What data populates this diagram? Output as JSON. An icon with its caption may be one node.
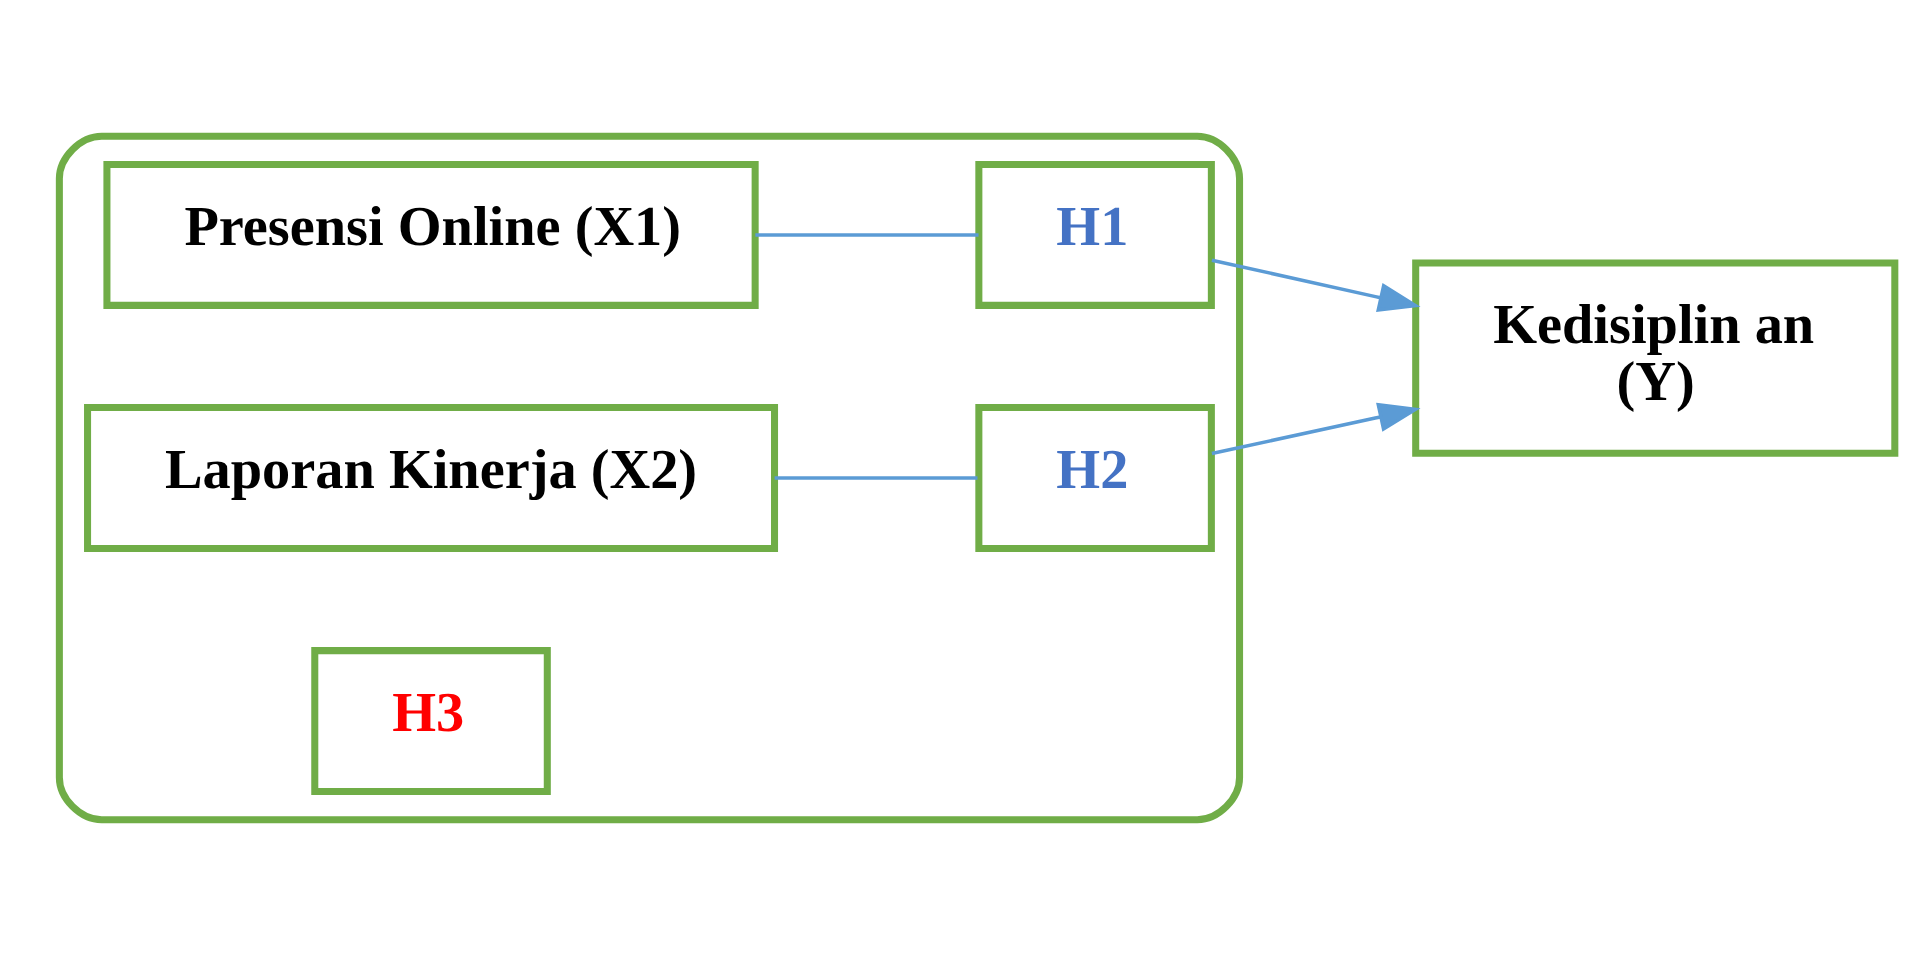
{
  "diagram": {
    "nodes": [
      {
        "text": [],
        "shape": "arrow"
      },
      {
        "text": [
          "Presensi Online (X1)"
        ],
        "in": 0
      },
      {
        "text": [
          "Laporan Kinerja (X2)"
        ],
        "in": 0
      },
      {
        "text": [
          "H1"
        ],
        "in": 0
      },
      {
        "text": [
          "H2"
        ],
        "in": 0
      },
      {
        "text": [
          "H3"
        ],
        "in": 0
      },
      {
        "text": [
          "Kedisiplin an",
          "(Y)"
        ]
      }
    ],
    "edges": [
      {
        "from": 1,
        "to": 3,
        "arrow": "none"
      },
      {
        "from": 3,
        "to": 6,
        "arrow": "to"
      },
      {
        "from": 2,
        "to": 4,
        "arrow": "none"
      },
      {
        "from": 4,
        "to": 6,
        "arrow": "to"
      }
    ]
  }
}
